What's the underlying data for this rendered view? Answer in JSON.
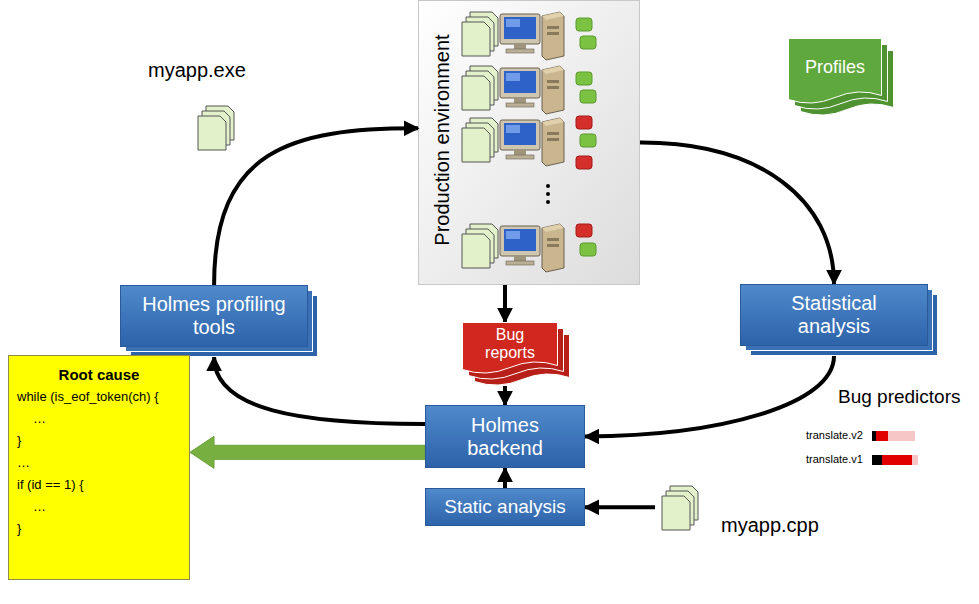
{
  "diagram": {
    "nodes": [
      {
        "text": [
          "Production environment"
        ]
      },
      {
        "text": [
          "myapp.exe"
        ]
      },
      {
        "text": [
          "Profiles"
        ]
      },
      {
        "text": [
          "Holmes profiling tools"
        ]
      },
      {
        "text": [
          "Statistical analysis"
        ]
      },
      {
        "text": [
          "Bug reports"
        ]
      },
      {
        "text": [
          "Root cause",
          "while (is_eof_token(ch) {",
          "…",
          "}",
          "…",
          "if (id == 1) {",
          "…",
          "}"
        ]
      },
      {
        "text": [
          "Holmes backend"
        ]
      },
      {
        "text": [
          "Static analysis"
        ]
      },
      {
        "text": [
          "myapp.cpp"
        ]
      }
    ],
    "edges": [
      {
        "from": 3,
        "to": 0,
        "arrow": "to"
      },
      {
        "from": 0,
        "to": 4,
        "arrow": "to"
      },
      {
        "from": 0,
        "to": 5,
        "arrow": "to"
      },
      {
        "from": 5,
        "to": 7,
        "arrow": "to"
      },
      {
        "from": 4,
        "to": 7,
        "arrow": "to"
      },
      {
        "from": 7,
        "to": 3,
        "arrow": "to"
      },
      {
        "from": 7,
        "to": 6,
        "arrow": "to"
      },
      {
        "from": 8,
        "to": 7,
        "arrow": "to"
      },
      {
        "from": 9,
        "to": 8,
        "arrow": "to"
      }
    ],
    "labels": [
      "Bug predictors",
      "translate.v2",
      "translate.v1"
    ]
  }
}
